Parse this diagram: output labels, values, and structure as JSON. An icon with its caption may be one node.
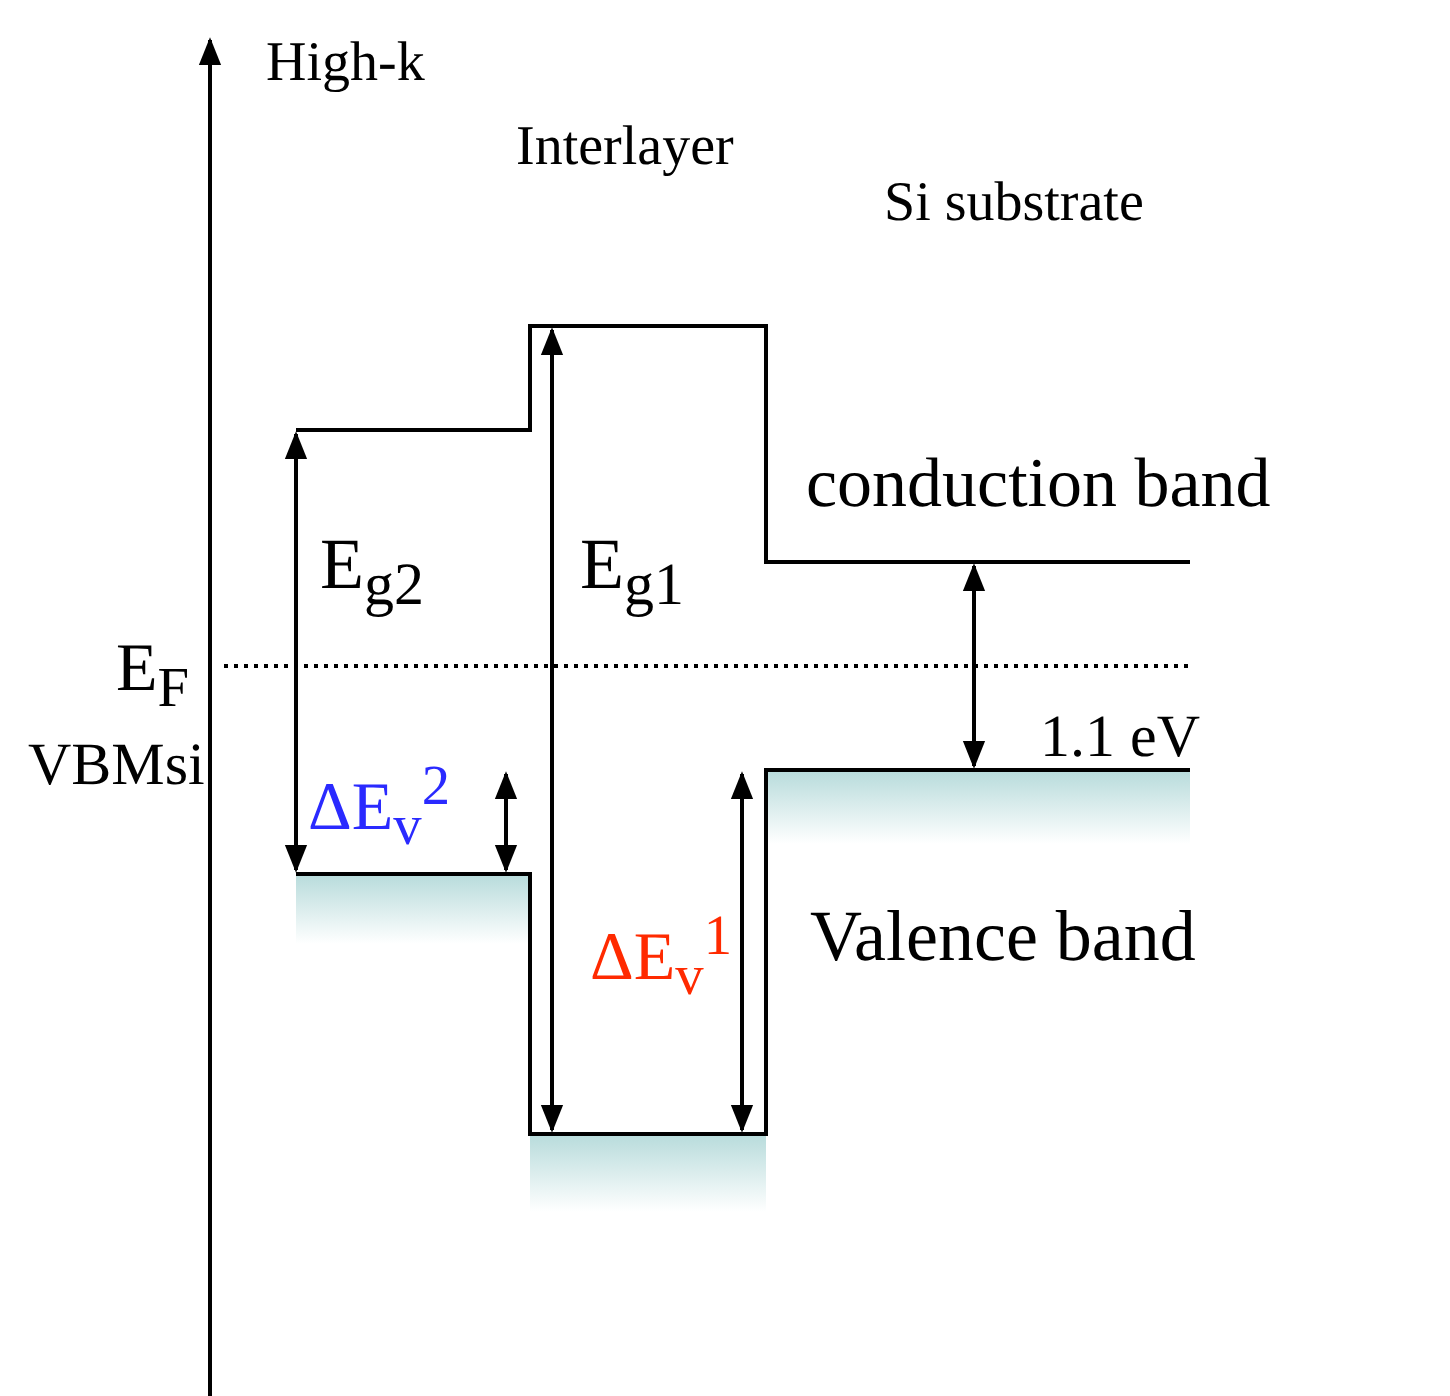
{
  "diagram": {
    "labels": [
      "High-k",
      "Interlayer",
      "Si substrate",
      "conduction band",
      "E$_{g2}$",
      "E$_{g1}$",
      "E$_{F}$",
      "VBMsi",
      "ΔE$_{v}$$^{2}$",
      "1.1 eV",
      "Valence band",
      "ΔE$_{v}$$^{1}$"
    ]
  }
}
